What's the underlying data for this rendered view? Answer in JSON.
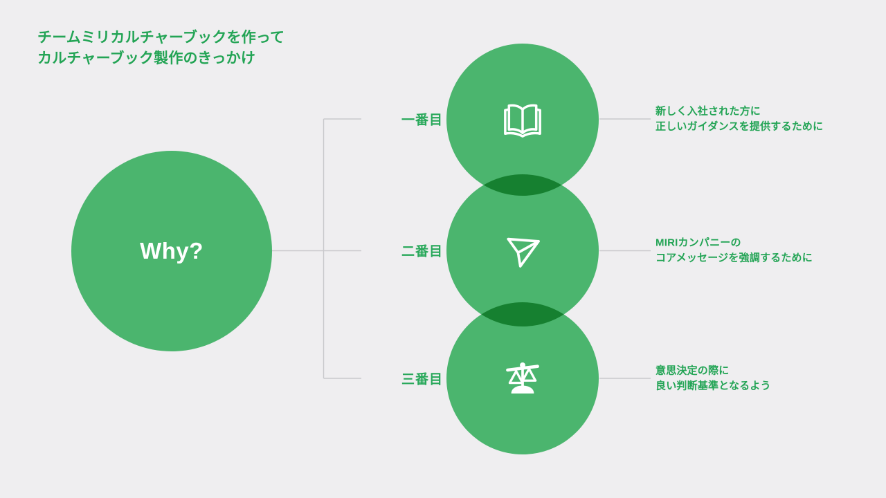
{
  "slide": {
    "background_color": "#efeef0",
    "accent_color": "#4bb56e",
    "text_accent_color": "#23a455",
    "title": {
      "line1": "チームミリカルチャーブックを作って",
      "line2": "カルチャーブック製作のきっかけ"
    },
    "center_node": {
      "label": "Why?"
    },
    "steps": [
      {
        "ordinal": "一番目",
        "icon": "open-book-icon",
        "description_line1": "新しく入社された方に",
        "description_line2": "正しいガイダンスを提供するために"
      },
      {
        "ordinal": "二番目",
        "icon": "paper-plane-icon",
        "description_line1": "MIRIカンパニーの",
        "description_line2": "コアメッセージを強調するために"
      },
      {
        "ordinal": "三番目",
        "icon": "balance-scale-icon",
        "description_line1": "意思決定の際に",
        "description_line2": "良い判断基準となるよう"
      }
    ]
  }
}
